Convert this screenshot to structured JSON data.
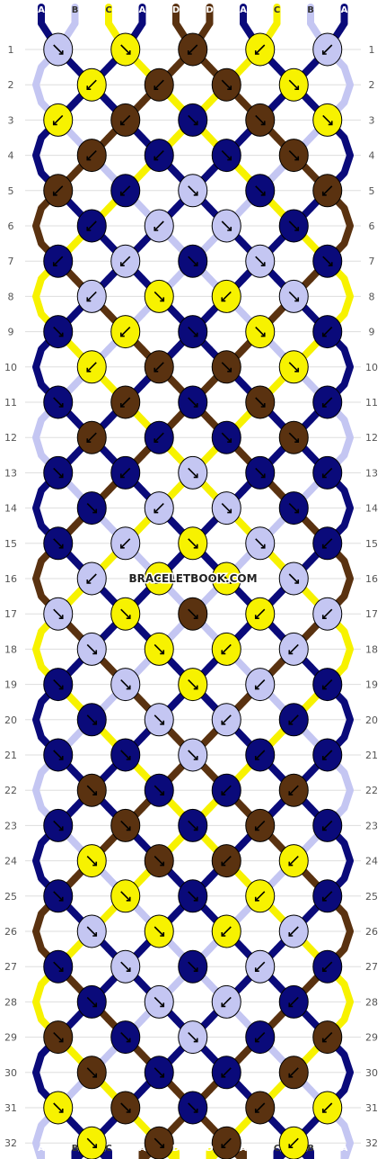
{
  "watermark": "BRACELETBOOK.COM",
  "colors": {
    "A": "#0a0a7a",
    "B": "#c4c6f2",
    "C": "#f7f200",
    "D": "#5a3210"
  },
  "top_labels": [
    "A",
    "B",
    "C",
    "A",
    "D",
    "D",
    "A",
    "C",
    "B",
    "A"
  ],
  "bottom_labels": [
    "A",
    "B",
    "C",
    "A",
    "D",
    "D",
    "A",
    "C",
    "B",
    "A"
  ],
  "row_numbers": [
    "1",
    "2",
    "3",
    "4",
    "5",
    "6",
    "7",
    "8",
    "9",
    "10",
    "11",
    "12",
    "13",
    "14",
    "15",
    "16",
    "17",
    "18",
    "19",
    "20",
    "21",
    "22",
    "23",
    "24",
    "25",
    "26",
    "27",
    "28",
    "29",
    "30",
    "31",
    "32"
  ],
  "rows": [
    [
      {
        "c": "B",
        "d": "r"
      },
      {
        "c": "C",
        "d": "r"
      },
      {
        "c": "D",
        "d": "l"
      },
      {
        "c": "C",
        "d": "l"
      },
      {
        "c": "B",
        "d": "l"
      }
    ],
    [
      {
        "c": "C",
        "d": "l"
      },
      {
        "c": "D",
        "d": "l"
      },
      {
        "c": "D",
        "d": "r"
      },
      {
        "c": "C",
        "d": "r"
      }
    ],
    [
      {
        "c": "C",
        "d": "l"
      },
      {
        "c": "D",
        "d": "l"
      },
      {
        "c": "A",
        "d": "r"
      },
      {
        "c": "D",
        "d": "r"
      },
      {
        "c": "C",
        "d": "r"
      }
    ],
    [
      {
        "c": "D",
        "d": "l"
      },
      {
        "c": "A",
        "d": "l"
      },
      {
        "c": "A",
        "d": "r"
      },
      {
        "c": "D",
        "d": "r"
      }
    ],
    [
      {
        "c": "D",
        "d": "l"
      },
      {
        "c": "A",
        "d": "l"
      },
      {
        "c": "B",
        "d": "r"
      },
      {
        "c": "A",
        "d": "r"
      },
      {
        "c": "D",
        "d": "l"
      }
    ],
    [
      {
        "c": "A",
        "d": "l"
      },
      {
        "c": "B",
        "d": "l"
      },
      {
        "c": "B",
        "d": "r"
      },
      {
        "c": "A",
        "d": "r"
      }
    ],
    [
      {
        "c": "A",
        "d": "l"
      },
      {
        "c": "B",
        "d": "l"
      },
      {
        "c": "A",
        "d": "r"
      },
      {
        "c": "B",
        "d": "r"
      },
      {
        "c": "A",
        "d": "r"
      }
    ],
    [
      {
        "c": "B",
        "d": "l"
      },
      {
        "c": "C",
        "d": "r"
      },
      {
        "c": "C",
        "d": "l"
      },
      {
        "c": "B",
        "d": "r"
      }
    ],
    [
      {
        "c": "A",
        "d": "r"
      },
      {
        "c": "C",
        "d": "l"
      },
      {
        "c": "A",
        "d": "r"
      },
      {
        "c": "C",
        "d": "r"
      },
      {
        "c": "A",
        "d": "l"
      }
    ],
    [
      {
        "c": "C",
        "d": "l"
      },
      {
        "c": "D",
        "d": "l"
      },
      {
        "c": "D",
        "d": "r"
      },
      {
        "c": "C",
        "d": "r"
      }
    ],
    [
      {
        "c": "A",
        "d": "r"
      },
      {
        "c": "D",
        "d": "l"
      },
      {
        "c": "A",
        "d": "r"
      },
      {
        "c": "D",
        "d": "r"
      },
      {
        "c": "A",
        "d": "l"
      }
    ],
    [
      {
        "c": "D",
        "d": "l"
      },
      {
        "c": "A",
        "d": "l"
      },
      {
        "c": "A",
        "d": "r"
      },
      {
        "c": "D",
        "d": "r"
      }
    ],
    [
      {
        "c": "A",
        "d": "r"
      },
      {
        "c": "A",
        "d": "l"
      },
      {
        "c": "B",
        "d": "r"
      },
      {
        "c": "A",
        "d": "r"
      },
      {
        "c": "A",
        "d": "l"
      }
    ],
    [
      {
        "c": "A",
        "d": "r"
      },
      {
        "c": "B",
        "d": "l"
      },
      {
        "c": "B",
        "d": "r"
      },
      {
        "c": "A",
        "d": "r"
      }
    ],
    [
      {
        "c": "A",
        "d": "r"
      },
      {
        "c": "B",
        "d": "l"
      },
      {
        "c": "C",
        "d": "r"
      },
      {
        "c": "B",
        "d": "r"
      },
      {
        "c": "A",
        "d": "l"
      }
    ],
    [
      {
        "c": "B",
        "d": "l"
      },
      {
        "c": "C",
        "d": "l"
      },
      {
        "c": "C",
        "d": "r"
      },
      {
        "c": "B",
        "d": "r"
      }
    ],
    [
      {
        "c": "B",
        "d": "r"
      },
      {
        "c": "C",
        "d": "r"
      },
      {
        "c": "D",
        "d": "r"
      },
      {
        "c": "C",
        "d": "l"
      },
      {
        "c": "B",
        "d": "l"
      }
    ],
    [
      {
        "c": "B",
        "d": "r"
      },
      {
        "c": "C",
        "d": "r"
      },
      {
        "c": "C",
        "d": "l"
      },
      {
        "c": "B",
        "d": "l"
      }
    ],
    [
      {
        "c": "A",
        "d": "r"
      },
      {
        "c": "B",
        "d": "r"
      },
      {
        "c": "C",
        "d": "r"
      },
      {
        "c": "B",
        "d": "l"
      },
      {
        "c": "A",
        "d": "l"
      }
    ],
    [
      {
        "c": "A",
        "d": "r"
      },
      {
        "c": "B",
        "d": "r"
      },
      {
        "c": "B",
        "d": "l"
      },
      {
        "c": "A",
        "d": "l"
      }
    ],
    [
      {
        "c": "A",
        "d": "r"
      },
      {
        "c": "A",
        "d": "r"
      },
      {
        "c": "B",
        "d": "r"
      },
      {
        "c": "A",
        "d": "l"
      },
      {
        "c": "A",
        "d": "l"
      }
    ],
    [
      {
        "c": "D",
        "d": "r"
      },
      {
        "c": "A",
        "d": "r"
      },
      {
        "c": "A",
        "d": "l"
      },
      {
        "c": "D",
        "d": "l"
      }
    ],
    [
      {
        "c": "A",
        "d": "r"
      },
      {
        "c": "D",
        "d": "r"
      },
      {
        "c": "A",
        "d": "r"
      },
      {
        "c": "D",
        "d": "l"
      },
      {
        "c": "A",
        "d": "l"
      }
    ],
    [
      {
        "c": "C",
        "d": "r"
      },
      {
        "c": "D",
        "d": "r"
      },
      {
        "c": "D",
        "d": "l"
      },
      {
        "c": "C",
        "d": "l"
      }
    ],
    [
      {
        "c": "A",
        "d": "r"
      },
      {
        "c": "C",
        "d": "r"
      },
      {
        "c": "A",
        "d": "r"
      },
      {
        "c": "C",
        "d": "l"
      },
      {
        "c": "A",
        "d": "l"
      }
    ],
    [
      {
        "c": "B",
        "d": "r"
      },
      {
        "c": "C",
        "d": "r"
      },
      {
        "c": "C",
        "d": "l"
      },
      {
        "c": "B",
        "d": "l"
      }
    ],
    [
      {
        "c": "A",
        "d": "r"
      },
      {
        "c": "B",
        "d": "r"
      },
      {
        "c": "A",
        "d": "r"
      },
      {
        "c": "B",
        "d": "l"
      },
      {
        "c": "A",
        "d": "l"
      }
    ],
    [
      {
        "c": "A",
        "d": "r"
      },
      {
        "c": "B",
        "d": "r"
      },
      {
        "c": "B",
        "d": "l"
      },
      {
        "c": "A",
        "d": "l"
      }
    ],
    [
      {
        "c": "D",
        "d": "r"
      },
      {
        "c": "A",
        "d": "r"
      },
      {
        "c": "B",
        "d": "r"
      },
      {
        "c": "A",
        "d": "l"
      },
      {
        "c": "D",
        "d": "l"
      }
    ],
    [
      {
        "c": "D",
        "d": "r"
      },
      {
        "c": "A",
        "d": "r"
      },
      {
        "c": "A",
        "d": "l"
      },
      {
        "c": "D",
        "d": "l"
      }
    ],
    [
      {
        "c": "C",
        "d": "r"
      },
      {
        "c": "D",
        "d": "r"
      },
      {
        "c": "A",
        "d": "r"
      },
      {
        "c": "D",
        "d": "l"
      },
      {
        "c": "C",
        "d": "l"
      }
    ],
    [
      {
        "c": "C",
        "d": "r"
      },
      {
        "c": "D",
        "d": "r"
      },
      {
        "c": "D",
        "d": "l"
      },
      {
        "c": "C",
        "d": "l"
      }
    ]
  ]
}
